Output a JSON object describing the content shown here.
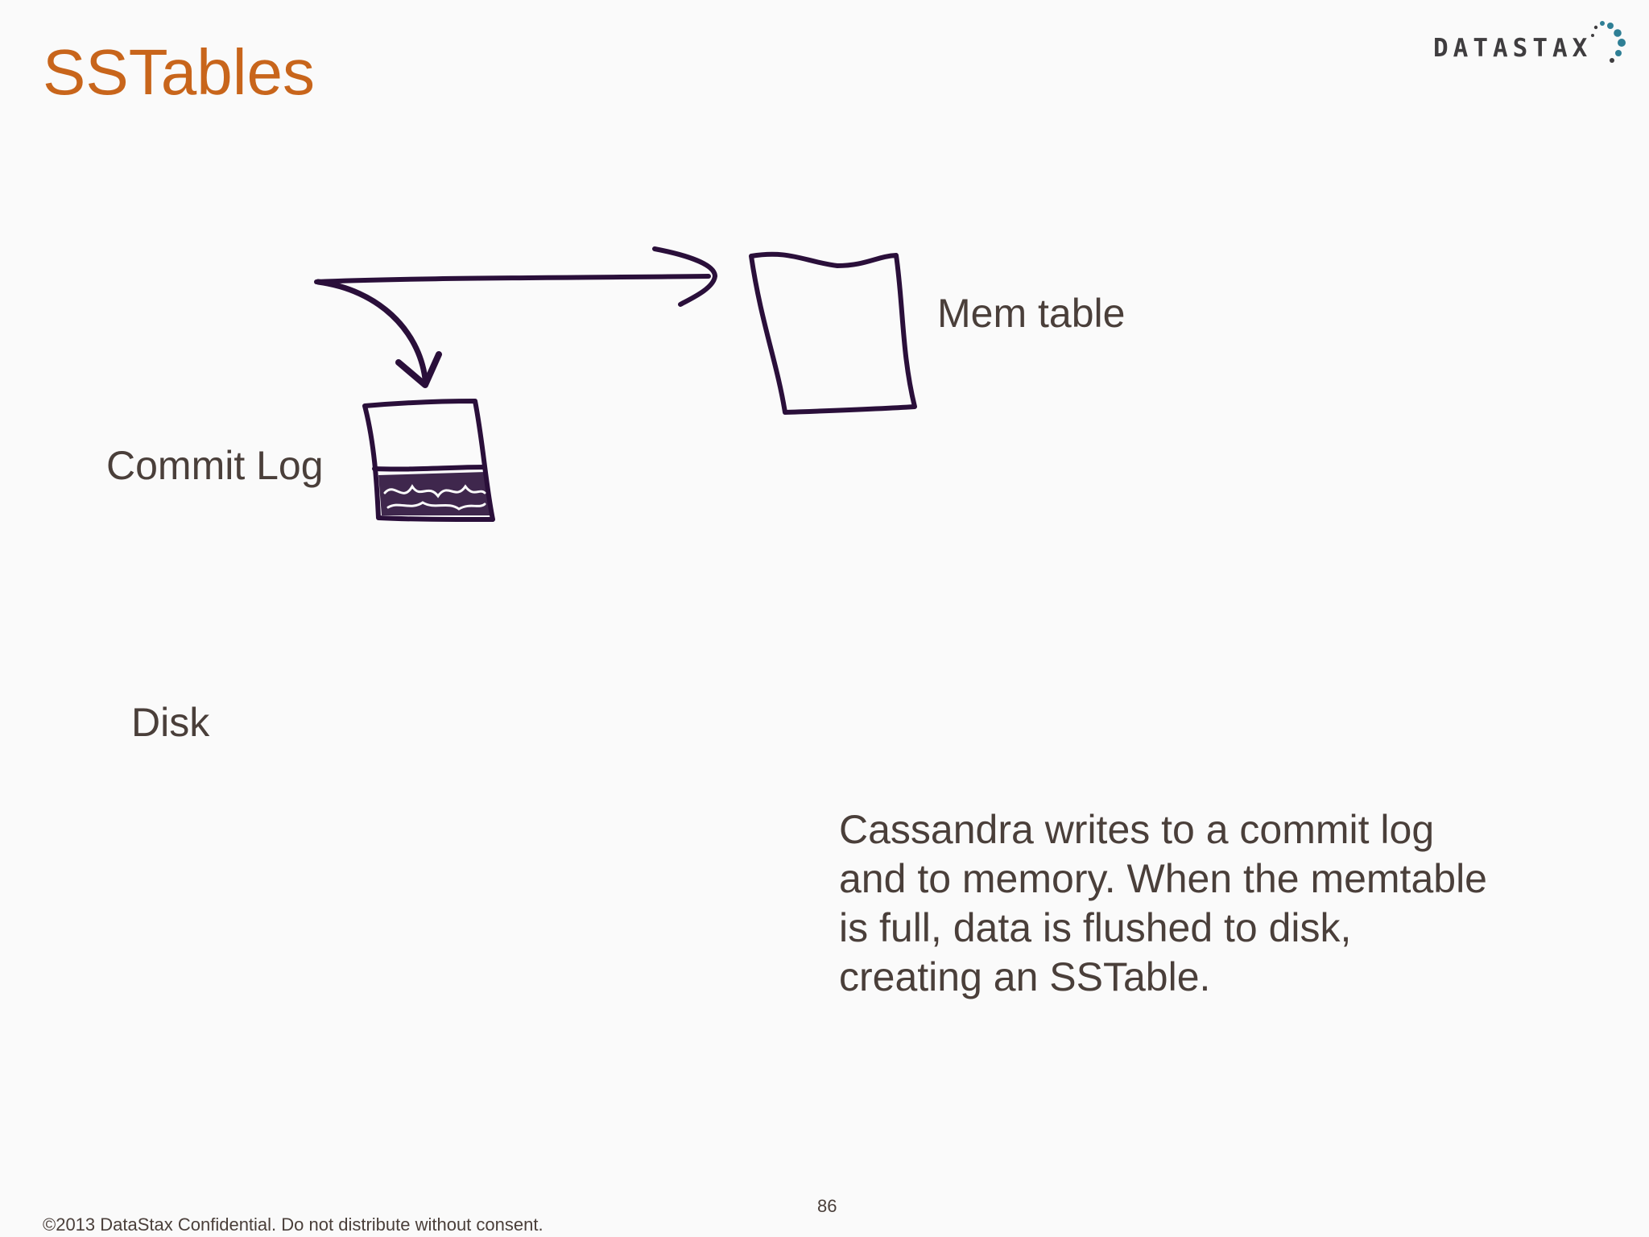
{
  "slide": {
    "title": "SSTables",
    "logo_text": "DATASTAX",
    "labels": {
      "mem_table": "Mem table",
      "commit_log": "Commit Log",
      "disk": "Disk"
    },
    "caption_lines": [
      "Cassandra writes to a commit log",
      "and to memory. When the memtable",
      "is full, data is flushed to disk,",
      "creating an SSTable."
    ],
    "page_number": "86",
    "footer": "©2013 DataStax Confidential. Do not distribute without consent."
  },
  "colors": {
    "title": "#c8651b",
    "text": "#4a3f3a",
    "ink": "#2a0f3a",
    "logo_dots": "#2f7f95",
    "background": "#fafafa"
  },
  "icons": {
    "logo_dots": "datastax-dots-icon",
    "arrow_to_memtable": "arrow-right-icon",
    "arrow_to_commitlog": "arrow-down-icon"
  }
}
